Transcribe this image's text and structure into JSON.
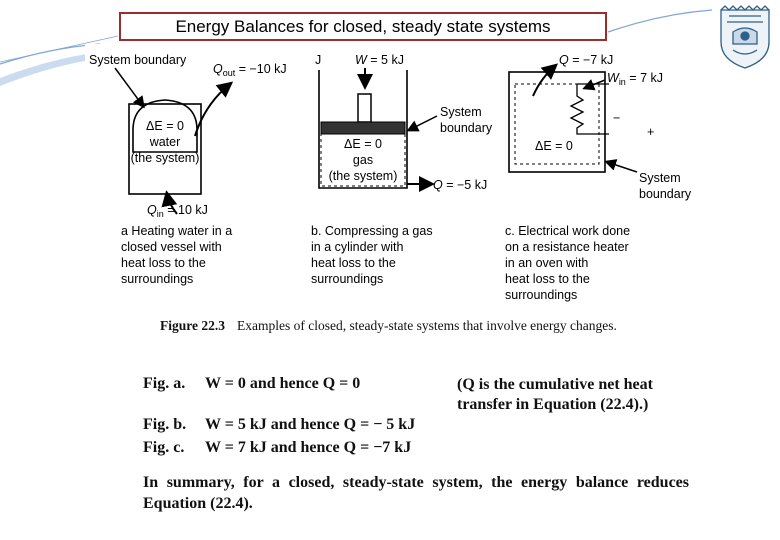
{
  "slide": {
    "title": "Energy Balances for closed, steady state systems",
    "colors": {
      "title_border": "#9b2d2d",
      "swoosh": "#7fa6d6",
      "logo": "#2e5f8a"
    },
    "logo_icon": "university-crest-icon"
  },
  "figure": {
    "a": {
      "system_boundary": "System boundary",
      "q_out": "Q",
      "q_out_sub": "out",
      "q_out_val": " = −10 kJ",
      "delta_e": "ΔE = 0",
      "water": "water",
      "the_system": "(the system)",
      "q_in": "Q",
      "q_in_sub": "in",
      "q_in_val": " = 10 kJ",
      "caption": [
        "a  Heating water in a",
        "    closed vessel with",
        "    heat loss to the",
        "    surroundings"
      ]
    },
    "b": {
      "j": "J",
      "w": "W",
      "w_val": " = 5 kJ",
      "system_boundary": [
        "System",
        "boundary"
      ],
      "delta_e": "ΔE = 0",
      "gas": "gas",
      "the_system": "(the system)",
      "q": "Q",
      "q_val": " = −5 kJ",
      "caption": [
        "b. Compressing a gas",
        "    in a cylinder with",
        "    heat loss to the",
        "    surroundings"
      ]
    },
    "c": {
      "q": "Q",
      "q_val": " = −7 kJ",
      "w_in": "W",
      "w_in_sub": "in",
      "w_in_val": " = 7 kJ",
      "delta_e": "ΔE = 0",
      "minus": "−",
      "plus": "+",
      "system_boundary": [
        "System",
        "boundary"
      ],
      "caption": [
        "c. Electrical work done",
        "    on a resistance heater",
        "    in an oven with",
        "    heat loss to the",
        "    surroundings"
      ]
    }
  },
  "text": {
    "figure_label": "Figure 22.3",
    "figure_caption": "Examples of closed, steady-state systems that involve energy changes.",
    "rows": [
      {
        "label": "Fig. a.",
        "expr": "W = 0 and hence Q = 0"
      },
      {
        "label": "Fig. b.",
        "expr": "W = 5 kJ and hence Q = − 5 kJ"
      },
      {
        "label": "Fig. c.",
        "expr": "W = 7 kJ and hence Q = −7 kJ"
      }
    ],
    "note_l1": "(Q is the cumulative net heat",
    "note_l2": "transfer in Equation (22.4).)",
    "summary_l1": "In summary, for a closed, steady-state system, the energy balance reduces",
    "summary_l2": "Equation (22.4)."
  }
}
